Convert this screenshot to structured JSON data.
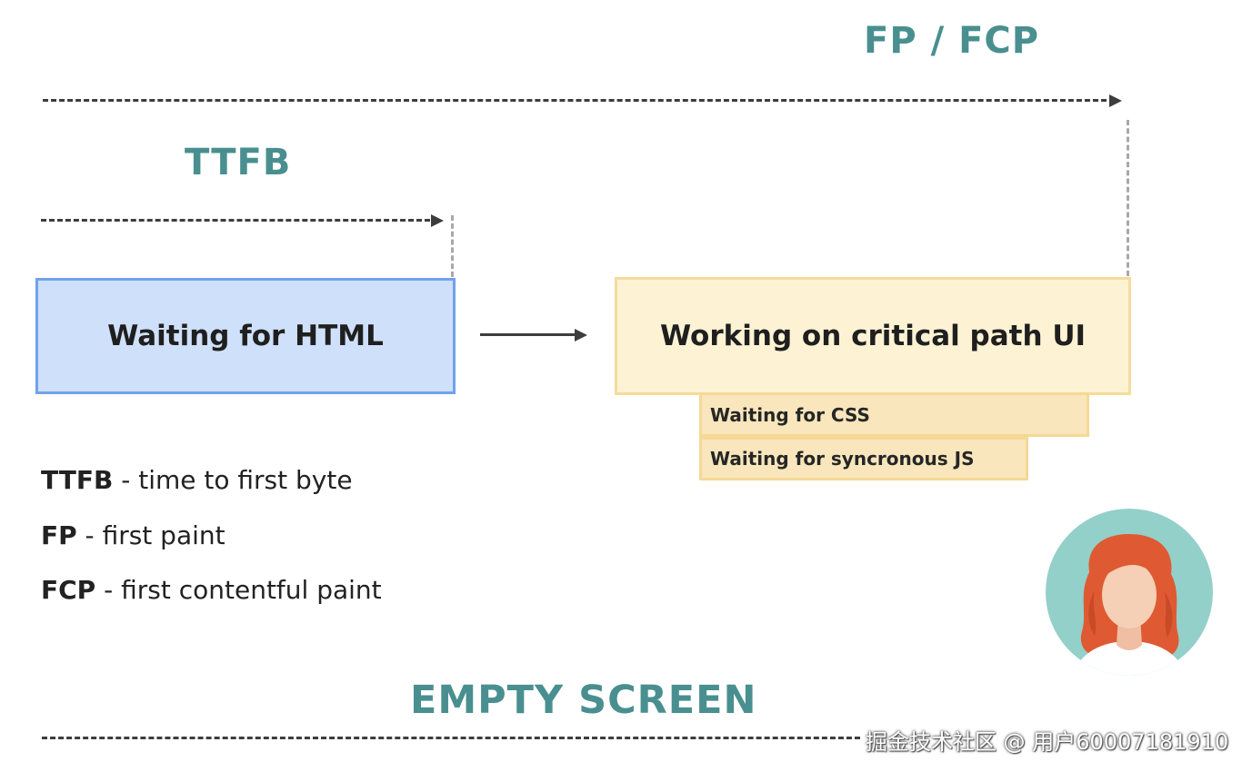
{
  "titles": {
    "fp_fcp": "FP / FCP",
    "ttfb": "TTFB",
    "empty_screen": "EMPTY SCREEN"
  },
  "boxes": {
    "waiting_html": "Waiting for HTML",
    "critical_path": "Working on critical path UI",
    "waiting_css": "Waiting for CSS",
    "waiting_js": "Waiting for syncronous JS"
  },
  "legend": [
    {
      "term": "TTFB",
      "desc": "time to first byte"
    },
    {
      "term": "FP",
      "desc": "first paint"
    },
    {
      "term": "FCP",
      "desc": "first contentful paint"
    }
  ],
  "separator": " - ",
  "watermark": "掘金技术社区 @ 用户60007181910",
  "colors": {
    "heading": "#4a8f90",
    "html_box_fill": "#cfe0fa",
    "html_box_border": "#6fa2ea",
    "critical_box_fill": "#fdf3d4",
    "critical_box_border": "#f4dc9a",
    "sub_box_fill": "#f9e6bc",
    "avatar_bg": "#93d0c9",
    "hair": "#df5a32",
    "skin": "#f5cfb6"
  },
  "icons": {
    "avatar": "woman-red-hair-avatar"
  }
}
